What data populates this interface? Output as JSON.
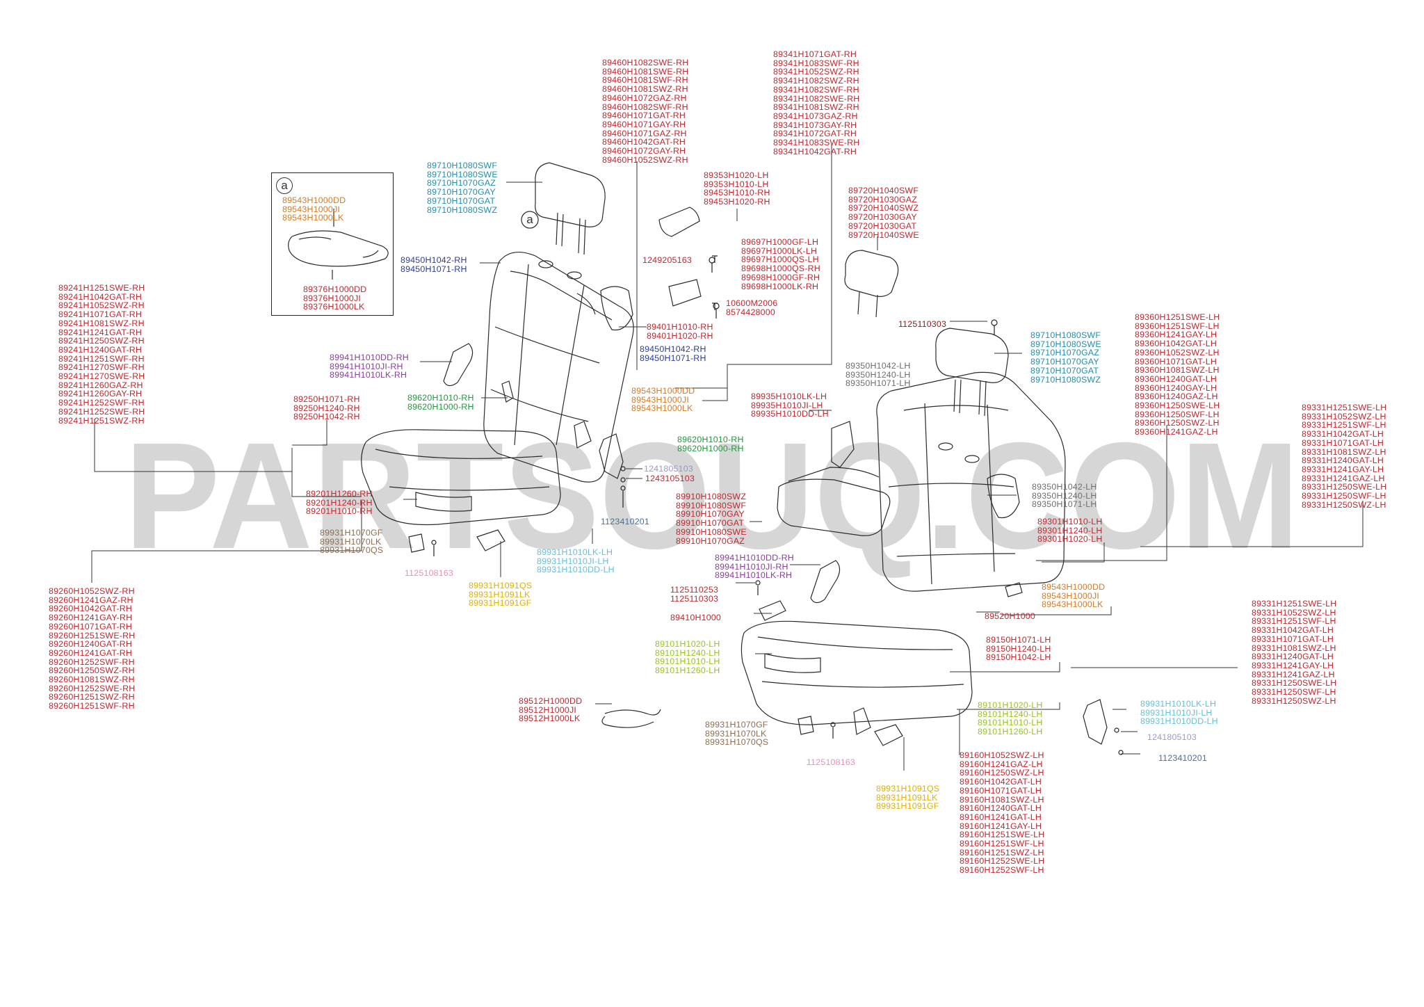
{
  "watermark": "PARTSOUQ.COM",
  "detail_marker": "a",
  "colors": {
    "red": "#c1272d",
    "orange": "#d97a1e",
    "teal": "#1f8fb0",
    "navy": "#2c3e99",
    "purple": "#8a3e9a",
    "green": "#1f9a3a",
    "brown": "#8b6f4e",
    "pink": "#e88fb8",
    "yellow": "#e0b000",
    "lightblue": "#66c0dc",
    "lime": "#98c41d",
    "gray": "#6e6e6e",
    "steel": "#4a6f99",
    "lavender": "#9a9ac8",
    "darkred": "#8a1a1a"
  },
  "labels": [
    {
      "id": "89543-detail",
      "color": "orange",
      "parts": [
        "89543H1000DD",
        "89543H1000JI",
        "89543H1000LK"
      ]
    },
    {
      "id": "89376",
      "color": "red",
      "parts": [
        "89376H1000DD",
        "89376H1000JI",
        "89376H1000LK"
      ]
    },
    {
      "id": "89241",
      "color": "red",
      "parts": [
        "89241H1251SWE-RH",
        "89241H1042GAT-RH",
        "89241H1052SWZ-RH",
        "89241H1071GAT-RH",
        "89241H1081SWZ-RH",
        "89241H1241GAT-RH",
        "89241H1250SWZ-RH",
        "89241H1240GAT-RH",
        "89241H1251SWF-RH",
        "89241H1270SWF-RH",
        "89241H1270SWE-RH",
        "89241H1260GAZ-RH",
        "89241H1260GAY-RH",
        "89241H1252SWF-RH",
        "89241H1252SWE-RH",
        "89241H1251SWZ-RH"
      ]
    },
    {
      "id": "89710-rh",
      "color": "teal",
      "parts": [
        "89710H1080SWF",
        "89710H1080SWE",
        "89710H1070GAZ",
        "89710H1070GAY",
        "89710H1070GAT",
        "89710H1080SWZ"
      ]
    },
    {
      "id": "89460",
      "color": "red",
      "parts": [
        "89460H1082SWE-RH",
        "89460H1081SWE-RH",
        "89460H1081SWF-RH",
        "89460H1081SWZ-RH",
        "89460H1072GAZ-RH",
        "89460H1082SWF-RH",
        "89460H1071GAT-RH",
        "89460H1071GAY-RH",
        "89460H1071GAZ-RH",
        "89460H1042GAT-RH",
        "89460H1072GAY-RH",
        "89460H1052SWZ-RH"
      ]
    },
    {
      "id": "89341",
      "color": "red",
      "parts": [
        "89341H1071GAT-RH",
        "89341H1083SWF-RH",
        "89341H1052SWZ-RH",
        "89341H1082SWZ-RH",
        "89341H1082SWF-RH",
        "89341H1082SWE-RH",
        "89341H1081SWZ-RH",
        "89341H1073GAZ-RH",
        "89341H1073GAY-RH",
        "89341H1072GAT-RH",
        "89341H1083SWE-RH",
        "89341H1042GAT-RH"
      ]
    },
    {
      "id": "89353",
      "color": "red",
      "parts": [
        "89353H1020-LH",
        "89353H1010-LH",
        "89453H1010-RH",
        "89453H1020-RH"
      ]
    },
    {
      "id": "89450-top",
      "color": "navy",
      "parts": [
        "89450H1042-RH",
        "89450H1071-RH"
      ]
    },
    {
      "id": "1249205163",
      "color": "red",
      "parts": [
        "1249205163"
      ]
    },
    {
      "id": "89697",
      "color": "red",
      "parts": [
        "89697H1000GF-LH",
        "89697H1000LK-LH",
        "89697H1000QS-LH",
        "89698H1000QS-RH",
        "89698H1000GF-RH",
        "89698H1000LK-RH"
      ]
    },
    {
      "id": "10600",
      "color": "red",
      "parts": [
        "10600M2006",
        "8574428000"
      ]
    },
    {
      "id": "89720",
      "color": "red",
      "parts": [
        "89720H1040SWF",
        "89720H1030GAZ",
        "89720H1040SWZ",
        "89720H1030GAY",
        "89720H1030GAT",
        "89720H1040SWE"
      ]
    },
    {
      "id": "1125110303-top",
      "color": "darkred",
      "parts": [
        "1125110303"
      ]
    },
    {
      "id": "89401",
      "color": "red",
      "parts": [
        "89401H1010-RH",
        "89401H1020-RH"
      ]
    },
    {
      "id": "89450-mid",
      "color": "navy",
      "parts": [
        "89450H1042-RH",
        "89450H1071-RH"
      ]
    },
    {
      "id": "89941-rh",
      "color": "purple",
      "parts": [
        "89941H1010DD-RH",
        "89941H1010JI-RH",
        "89941H1010LK-RH"
      ]
    },
    {
      "id": "89710-lh",
      "color": "teal",
      "parts": [
        "89710H1080SWF",
        "89710H1080SWE",
        "89710H1070GAZ",
        "89710H1070GAY",
        "89710H1070GAT",
        "89710H1080SWZ"
      ]
    },
    {
      "id": "89350-top",
      "color": "gray",
      "parts": [
        "89350H1042-LH",
        "89350H1240-LH",
        "89350H1071-LH"
      ]
    },
    {
      "id": "89360",
      "color": "red",
      "parts": [
        "89360H1251SWE-LH",
        "89360H1251SWF-LH",
        "89360H1241GAY-LH",
        "89360H1042GAT-LH",
        "89360H1052SWZ-LH",
        "89360H1071GAT-LH",
        "89360H1081SWZ-LH",
        "89360H1240GAT-LH",
        "89360H1240GAY-LH",
        "89360H1240GAZ-LH",
        "89360H1250SWE-LH",
        "89360H1250SWF-LH",
        "89360H1250SWZ-LH",
        "89360H1241GAZ-LH"
      ]
    },
    {
      "id": "89620-rh",
      "color": "green",
      "parts": [
        "89620H1010-RH",
        "89620H1000-RH"
      ]
    },
    {
      "id": "89543-mid",
      "color": "orange",
      "parts": [
        "89543H1000DD",
        "89543H1000JI",
        "89543H1000LK"
      ]
    },
    {
      "id": "89935",
      "color": "red",
      "parts": [
        "89935H1010LK-LH",
        "89935H1010JI-LH",
        "89935H1010DD-LH"
      ]
    },
    {
      "id": "89331-top",
      "color": "red",
      "parts": [
        "89331H1251SWE-LH",
        "89331H1052SWZ-LH",
        "89331H1251SWF-LH",
        "89331H1042GAT-LH",
        "89331H1071GAT-LH",
        "89331H1081SWZ-LH",
        "89331H1240GAT-LH",
        "89331H1241GAY-LH",
        "89331H1241GAZ-LH",
        "89331H1250SWE-LH",
        "89331H1250SWF-LH",
        "89331H1250SWZ-LH"
      ]
    },
    {
      "id": "89250",
      "color": "red",
      "parts": [
        "89250H1071-RH",
        "89250H1240-RH",
        "89250H1042-RH"
      ]
    },
    {
      "id": "89620-lh",
      "color": "green",
      "parts": [
        "89620H1010-RH",
        "89620H1000-RH"
      ]
    },
    {
      "id": "1241805103-a",
      "color": "lavender",
      "parts": [
        "1241805103"
      ]
    },
    {
      "id": "1243105103",
      "color": "red",
      "parts": [
        "1243105103"
      ]
    },
    {
      "id": "89350-mid",
      "color": "gray",
      "parts": [
        "89350H1042-LH",
        "89350H1240-LH",
        "89350H1071-LH"
      ]
    },
    {
      "id": "89201",
      "color": "red",
      "parts": [
        "89201H1260-RH",
        "89201H1240-RH",
        "89201H1010-RH"
      ]
    },
    {
      "id": "89910",
      "color": "red",
      "parts": [
        "89910H1080SWZ",
        "89910H1080SWF",
        "89910H1070GAY",
        "89910H1070GAT",
        "89910H1080SWE",
        "89910H1070GAZ"
      ]
    },
    {
      "id": "89301",
      "color": "red",
      "parts": [
        "89301H1010-LH",
        "89301H1240-LH",
        "89301H1020-LH"
      ]
    },
    {
      "id": "1123410201-a",
      "color": "steel",
      "parts": [
        "1123410201"
      ]
    },
    {
      "id": "89931-brown-a",
      "color": "brown",
      "parts": [
        "89931H1070GF",
        "89931H1070LK",
        "89931H1070QS"
      ]
    },
    {
      "id": "89931-lightblue-a",
      "color": "lightblue",
      "parts": [
        "89931H1010LK-LH",
        "89931H1010JI-LH",
        "89931H1010DD-LH"
      ]
    },
    {
      "id": "89941-lh",
      "color": "purple",
      "parts": [
        "89941H1010DD-RH",
        "89941H1010JI-RH",
        "89941H1010LK-RH"
      ]
    },
    {
      "id": "1125108163-a",
      "color": "pink",
      "parts": [
        "1125108163"
      ]
    },
    {
      "id": "89931-yellow-a",
      "color": "yellow",
      "parts": [
        "89931H1091QS",
        "89931H1091LK",
        "89931H1091GF"
      ]
    },
    {
      "id": "1125110253",
      "color": "red",
      "parts": [
        "1125110253",
        "1125110303"
      ]
    },
    {
      "id": "89543-right",
      "color": "orange",
      "parts": [
        "89543H1000DD",
        "89543H1000JI",
        "89543H1000LK"
      ]
    },
    {
      "id": "89410",
      "color": "red",
      "parts": [
        "89410H1000"
      ]
    },
    {
      "id": "89520",
      "color": "red",
      "parts": [
        "89520H1000"
      ]
    },
    {
      "id": "89260",
      "color": "red",
      "parts": [
        "89260H1052SWZ-RH",
        "89260H1241GAZ-RH",
        "89260H1042GAT-RH",
        "89260H1241GAY-RH",
        "89260H1071GAT-RH",
        "89260H1251SWE-RH",
        "89260H1240GAT-RH",
        "89260H1241GAT-RH",
        "89260H1252SWF-RH",
        "89260H1250SWZ-RH",
        "89260H1081SWZ-RH",
        "89260H1252SWE-RH",
        "89260H1251SWZ-RH",
        "89260H1251SWF-RH"
      ]
    },
    {
      "id": "89101-a",
      "color": "lime",
      "parts": [
        "89101H1020-LH",
        "89101H1240-LH",
        "89101H1010-LH",
        "89101H1260-LH"
      ]
    },
    {
      "id": "89150",
      "color": "red",
      "parts": [
        "89150H1071-LH",
        "89150H1240-LH",
        "89150H1042-LH"
      ]
    },
    {
      "id": "89331-bottom",
      "color": "red",
      "parts": [
        "89331H1251SWE-LH",
        "89331H1052SWZ-LH",
        "89331H1251SWF-LH",
        "89331H1042GAT-LH",
        "89331H1071GAT-LH",
        "89331H1081SWZ-LH",
        "89331H1240GAT-LH",
        "89331H1241GAY-LH",
        "89331H1241GAZ-LH",
        "89331H1250SWE-LH",
        "89331H1250SWF-LH",
        "89331H1250SWZ-LH"
      ]
    },
    {
      "id": "89512",
      "color": "red",
      "parts": [
        "89512H1000DD",
        "89512H1000JI",
        "89512H1000LK"
      ]
    },
    {
      "id": "89101-b",
      "color": "lime",
      "parts": [
        "89101H1020-LH",
        "89101H1240-LH",
        "89101H1010-LH",
        "89101H1260-LH"
      ]
    },
    {
      "id": "89931-lightblue-b",
      "color": "lightblue",
      "parts": [
        "89931H1010LK-LH",
        "89931H1010JI-LH",
        "89931H1010DD-LH"
      ]
    },
    {
      "id": "89931-brown-b",
      "color": "brown",
      "parts": [
        "89931H1070GF",
        "89931H1070LK",
        "89931H1070QS"
      ]
    },
    {
      "id": "1241805103-b",
      "color": "lavender",
      "parts": [
        "1241805103"
      ]
    },
    {
      "id": "1123410201-b",
      "color": "steel",
      "parts": [
        "1123410201"
      ]
    },
    {
      "id": "1125108163-b",
      "color": "pink",
      "parts": [
        "1125108163"
      ]
    },
    {
      "id": "89160",
      "color": "red",
      "parts": [
        "89160H1052SWZ-LH",
        "89160H1241GAZ-LH",
        "89160H1250SWZ-LH",
        "89160H1042GAT-LH",
        "89160H1071GAT-LH",
        "89160H1081SWZ-LH",
        "89160H1240GAT-LH",
        "89160H1241GAT-LH",
        "89160H1241GAY-LH",
        "89160H1251SWE-LH",
        "89160H1251SWF-LH",
        "89160H1251SWZ-LH",
        "89160H1252SWE-LH",
        "89160H1252SWF-LH"
      ]
    },
    {
      "id": "89931-yellow-b",
      "color": "yellow",
      "parts": [
        "89931H1091QS",
        "89931H1091LK",
        "89931H1091GF"
      ]
    }
  ]
}
